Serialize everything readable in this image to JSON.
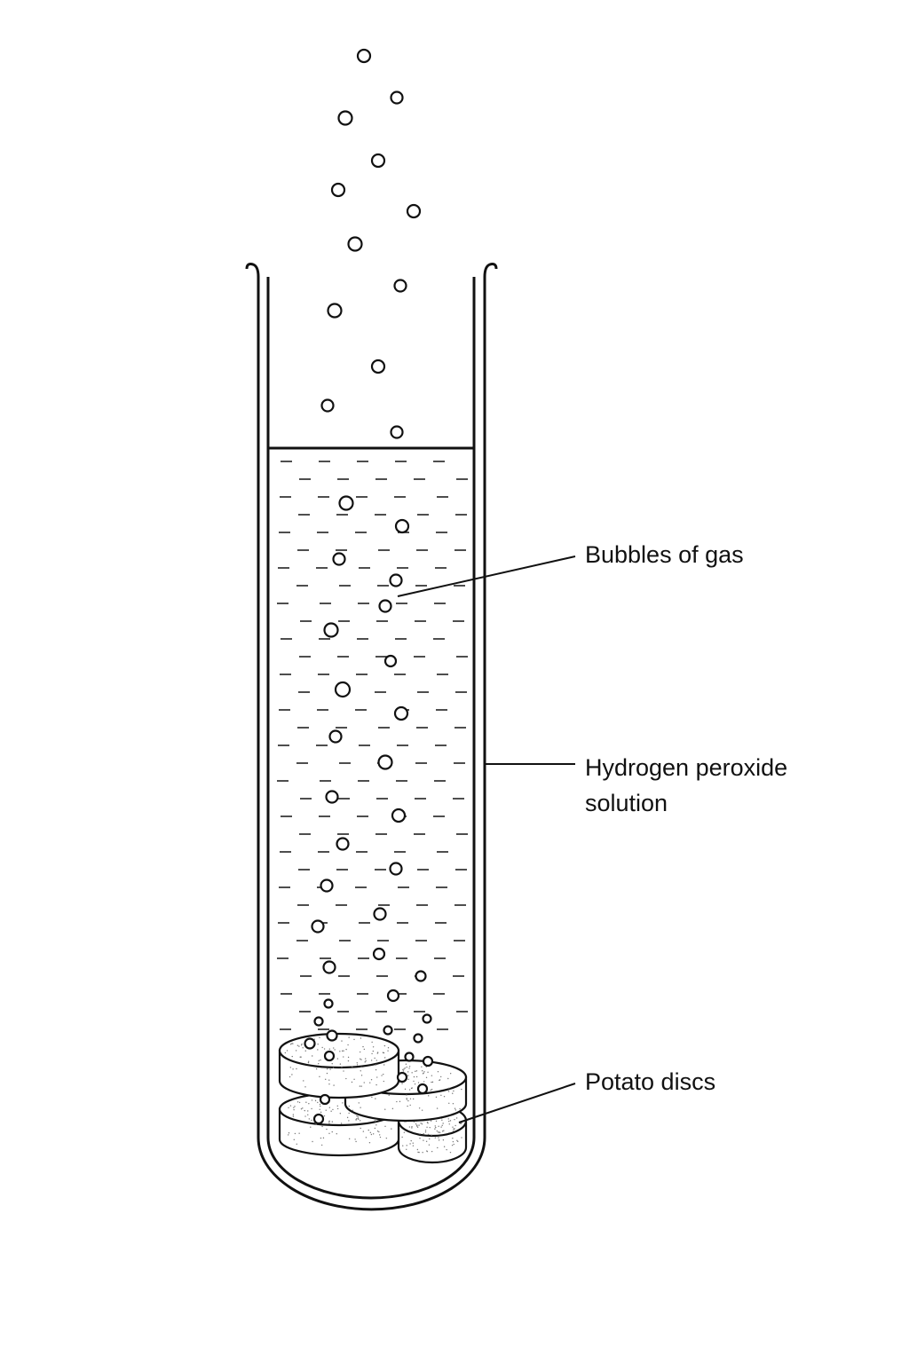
{
  "labels": {
    "bubbles": "Bubbles of gas",
    "peroxide_line1": "Hydrogen peroxide",
    "peroxide_line2": "solution",
    "potato": "Potato discs"
  },
  "colors": {
    "line": "#111111",
    "background": "#ffffff",
    "disc_speckle": "#777777"
  }
}
